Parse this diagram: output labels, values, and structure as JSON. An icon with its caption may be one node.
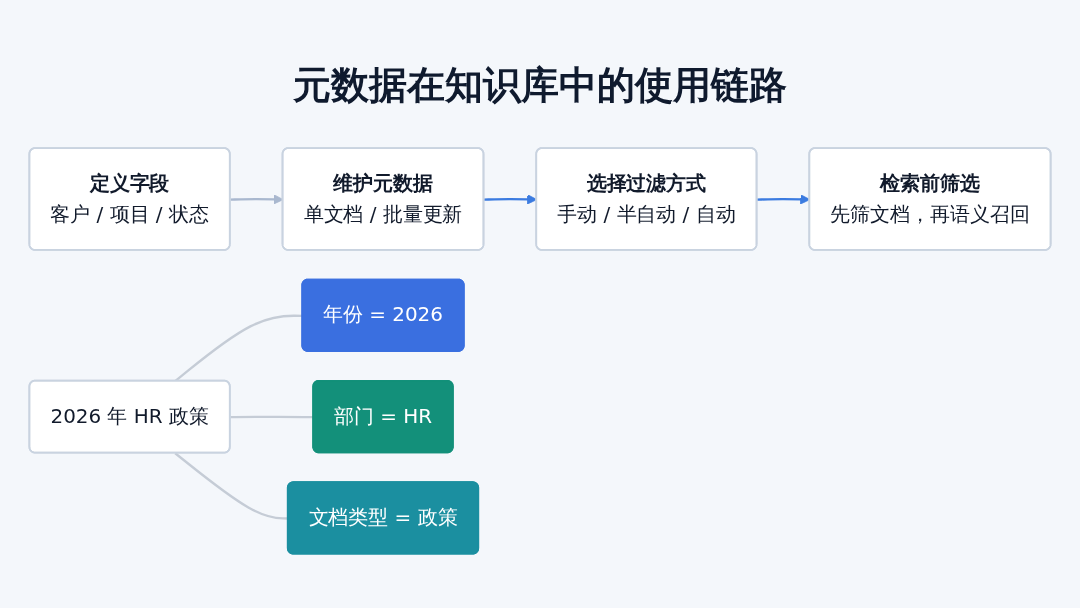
{
  "diagram": {
    "title": "元数据在知识库中的使用链路",
    "nodes": [
      {
        "text": [
          "定义字段",
          "客户 / 项目 / 状态"
        ]
      },
      {
        "text": [
          "维护元数据",
          "单文档 / 批量更新"
        ]
      },
      {
        "text": [
          "选择过滤方式",
          "手动 / 半自动 / 自动"
        ]
      },
      {
        "text": [
          "检索前筛选",
          "先筛文档，再语义召回"
        ]
      },
      {
        "text": [
          "2026 年 HR 政策"
        ]
      },
      {
        "text": [
          "年份 = 2026"
        ]
      },
      {
        "text": [
          "部门 = HR"
        ]
      },
      {
        "text": [
          "文档类型 = 政策"
        ]
      }
    ],
    "edges": [
      {
        "from": 0,
        "to": 1,
        "arrow": "to",
        "color": "#a9b8cf"
      },
      {
        "from": 1,
        "to": 2,
        "arrow": "to",
        "color": "#3b7be0"
      },
      {
        "from": 2,
        "to": 3,
        "arrow": "to",
        "color": "#3b7be0"
      },
      {
        "from": 4,
        "to": 5,
        "arrow": "none"
      },
      {
        "from": 4,
        "to": 6,
        "arrow": "none"
      },
      {
        "from": 4,
        "to": 7,
        "arrow": "none"
      }
    ]
  }
}
